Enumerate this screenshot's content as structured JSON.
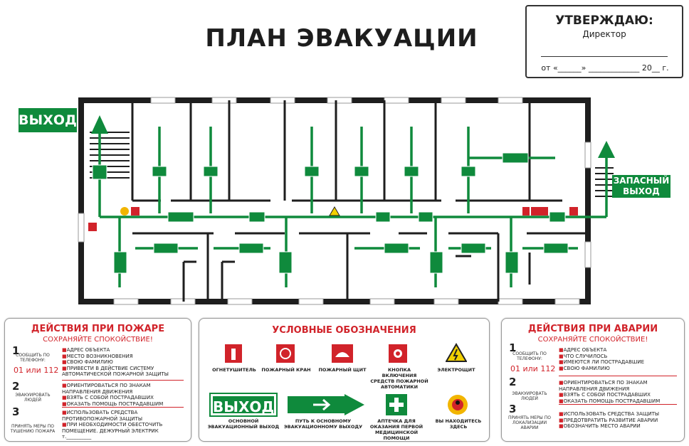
{
  "title": "ПЛАН ЭВАКУАЦИИ",
  "approval": {
    "header": "УТВЕРЖДАЮ:",
    "role": "Директор",
    "date_line": "от «______» _____________ 20__ г."
  },
  "plan": {
    "main_exit": "ВЫХОД",
    "spare_exit_line1": "ЗАПАСНЫЙ",
    "spare_exit_line2": "ВЫХОД"
  },
  "fire_panel": {
    "title": "ДЕЙСТВИЯ ПРИ ПОЖАРЕ",
    "subtitle": "СОХРАНЯЙТЕ СПОКОЙСТВИЕ!",
    "step1_num": "1",
    "step1_caption": "СООБЩИТЬ ПО ТЕЛЕФОНУ:",
    "phones": "01 или 112",
    "step1_items": [
      "АДРЕС ОБЪЕКТА",
      "МЕСТО ВОЗНИКНОВЕНИЯ",
      "СВОЮ ФАМИЛИЮ",
      "ПРИВЕСТИ В ДЕЙСТВИЕ СИСТЕМУ АВТОМАТИЧЕСКОЙ ПОЖАРНОЙ ЗАЩИТЫ"
    ],
    "step2_num": "2",
    "step2_caption": "ЭВАКУИРОВАТЬ ЛЮДЕЙ",
    "step2_items": [
      "ОРИЕНТИРОВАТЬСЯ ПО ЗНАКАМ НАПРАВЛЕНИЯ ДВИЖЕНИЯ",
      "ВЗЯТЬ С СОБОЙ ПОСТРАДАВШИХ",
      "ОКАЗАТЬ ПОМОЩЬ ПОСТРАДАВШИМ"
    ],
    "step3_num": "3",
    "step3_caption": "ПРИНЯТЬ МЕРЫ ПО ТУШЕНИЮ ПОЖАРА",
    "step3_items": [
      "ИСПОЛЬЗОВАТЬ СРЕДСТВА ПРОТИВОПОЖАРНОЙ ЗАЩИТЫ",
      "ПРИ НЕОБХОДИМОСТИ ОБЕСТОЧИТЬ ПОМЕЩЕНИЕ. ДЕЖУРНЫЙ ЭЛЕКТРИК т.__________"
    ]
  },
  "legend_panel": {
    "title": "УСЛОВНЫЕ ОБОЗНАЧЕНИЯ",
    "items": [
      "ОГНЕТУШИТЕЛЬ",
      "ПОЖАРНЫЙ КРАН",
      "ПОЖАРНЫЙ ЩИТ",
      "КНОПКА ВКЛЮЧЕНИЯ СРЕДСТВ ПОЖАРНОЙ АВТОМАТИКИ",
      "ЭЛЕКТРОЩИТ",
      "ОСНОВНОЙ ЭВАКУАЦИОННЫЙ ВЫХОД",
      "ПУТЬ К ОСНОВНОМУ ЭВАКУАЦИОННОМУ ВЫХОДУ",
      "АПТЕЧКА ДЛЯ ОКАЗАНИЯ ПЕРВОЙ МЕДИЦИНСКОЙ ПОМОЩИ",
      "ВЫ НАХОДИТЕСЬ ЗДЕСЬ"
    ],
    "exit_word": "ВЫХОД"
  },
  "accident_panel": {
    "title": "ДЕЙСТВИЯ ПРИ АВАРИИ",
    "subtitle": "СОХРАНЯЙТЕ СПОКОЙСТВИЕ!",
    "step1_num": "1",
    "step1_caption": "СООБЩИТЬ ПО ТЕЛЕФОНУ:",
    "phones": "01 или 112",
    "step1_items": [
      "АДРЕС ОБЪЕКТА",
      "ЧТО СЛУЧИЛОСЬ",
      "ИМЕЮТСЯ ЛИ ПОСТРАДАВШИЕ",
      "СВОЮ ФАМИЛИЮ"
    ],
    "step2_num": "2",
    "step2_caption": "ЭВАКУИРОВАТЬ ЛЮДЕЙ",
    "step2_items": [
      "ОРИЕНТИРОВАТЬСЯ ПО ЗНАКАМ НАПРАВЛЕНИЯ ДВИЖЕНИЯ",
      "ВЗЯТЬ С СОБОЙ ПОСТРАДАВШИХ",
      "ОКАЗАТЬ ПОМОЩЬ ПОСТРАДАВШИМ"
    ],
    "step3_num": "3",
    "step3_caption": "ПРИНЯТЬ МЕРЫ ПО ЛОКАЛИЗАЦИИ АВАРИИ",
    "step3_items": [
      "ИСПОЛЬЗОВАТЬ СРЕДСТВА ЗАЩИТЫ",
      "ПРЕДОТВРАТИТЬ РАЗВИТИЕ АВАРИИ",
      "ОБОЗНАЧИТЬ МЕСТО АВАРИИ"
    ]
  },
  "colors": {
    "green": "#0f8a3c",
    "red": "#d1232a",
    "wall": "#1e1e1e"
  }
}
